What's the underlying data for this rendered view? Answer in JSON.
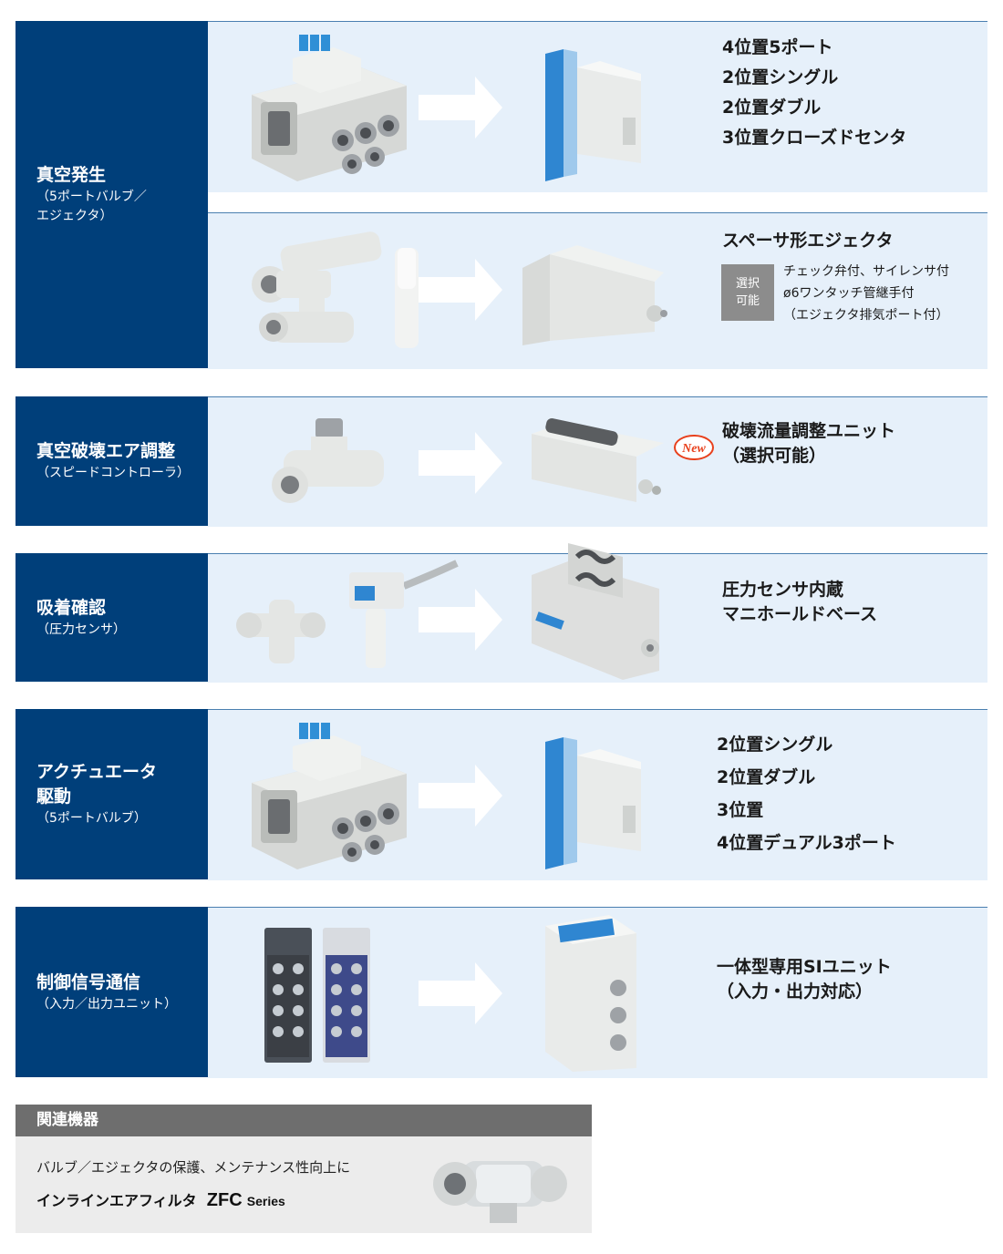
{
  "sections": [
    {
      "title": "真空発生",
      "subtitle_lines": [
        "（5ポートバルブ／",
        "エジェクタ）"
      ],
      "rows": [
        {
          "features": [
            "4位置5ポート",
            "2位置シングル",
            "2位置ダブル",
            "3位置クローズドセンタ"
          ]
        },
        {
          "feature_title": "スペーサ形エジェクタ",
          "option_badge_lines": [
            "選択",
            "可能"
          ],
          "option_lines": [
            "チェック弁付、サイレンサ付",
            "ø6ワンタッチ管継手付",
            "（エジェクタ排気ポート付）"
          ]
        }
      ]
    },
    {
      "title": "真空破壊エア調整",
      "subtitle_lines": [
        "（スピードコントローラ）"
      ],
      "new_badge": "New",
      "features": [
        "破壊流量調整ユニット",
        "（選択可能）"
      ]
    },
    {
      "title": "吸着確認",
      "subtitle_lines": [
        "（圧力センサ）"
      ],
      "features": [
        "圧力センサ内蔵",
        "マニホールドベース"
      ]
    },
    {
      "title_lines": [
        "アクチュエータ",
        "駆動"
      ],
      "subtitle_lines": [
        "（5ポートバルブ）"
      ],
      "features": [
        "2位置シングル",
        "2位置ダブル",
        "3位置",
        "4位置デュアル3ポート"
      ]
    },
    {
      "title": "制御信号通信",
      "subtitle_lines": [
        "（入力／出力ユニット）"
      ],
      "features": [
        "一体型専用SIユニット",
        "（入力・出力対応）"
      ]
    }
  ],
  "related": {
    "header": "関連機器",
    "description": "バルブ／エジェクタの保護、メンテナンス性向上に",
    "product_name": "インラインエアフィルタ",
    "product_model": "ZFC",
    "product_series": "Series"
  },
  "colors": {
    "navy": "#003f7a",
    "panel": "#e6f0fa",
    "new_badge": "#e8401c",
    "related_header": "#6e6e6e"
  }
}
